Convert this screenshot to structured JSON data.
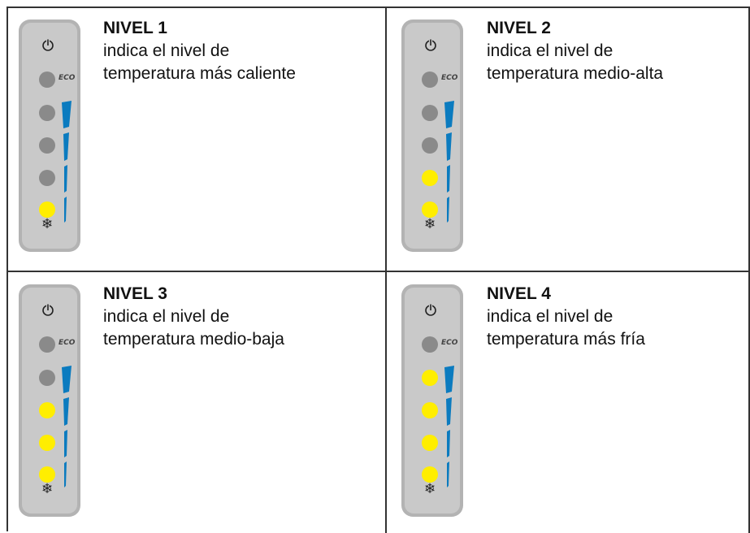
{
  "labels": {
    "eco": "ECO",
    "snowflake": "❄"
  },
  "colors": {
    "led_on": "#ffee00",
    "led_off": "#8a8a8a",
    "bar_blue": "#0b7bbf",
    "panel": "#c9c9c9"
  },
  "icons": [
    "power-icon",
    "snowflake-icon"
  ],
  "levels": [
    {
      "title": "NIVEL 1",
      "line1": "indica el nivel de",
      "line2": "temperatura más caliente",
      "leds_lit": 1,
      "leds_total": 4
    },
    {
      "title": "NIVEL 2",
      "line1": "indica el nivel de",
      "line2": "temperatura medio-alta",
      "leds_lit": 2,
      "leds_total": 4
    },
    {
      "title": "NIVEL 3",
      "line1": "indica el nivel de",
      "line2": "temperatura medio-baja",
      "leds_lit": 3,
      "leds_total": 4
    },
    {
      "title": "NIVEL 4",
      "line1": "indica el nivel de",
      "line2": "temperatura más fría",
      "leds_lit": 4,
      "leds_total": 4
    }
  ]
}
